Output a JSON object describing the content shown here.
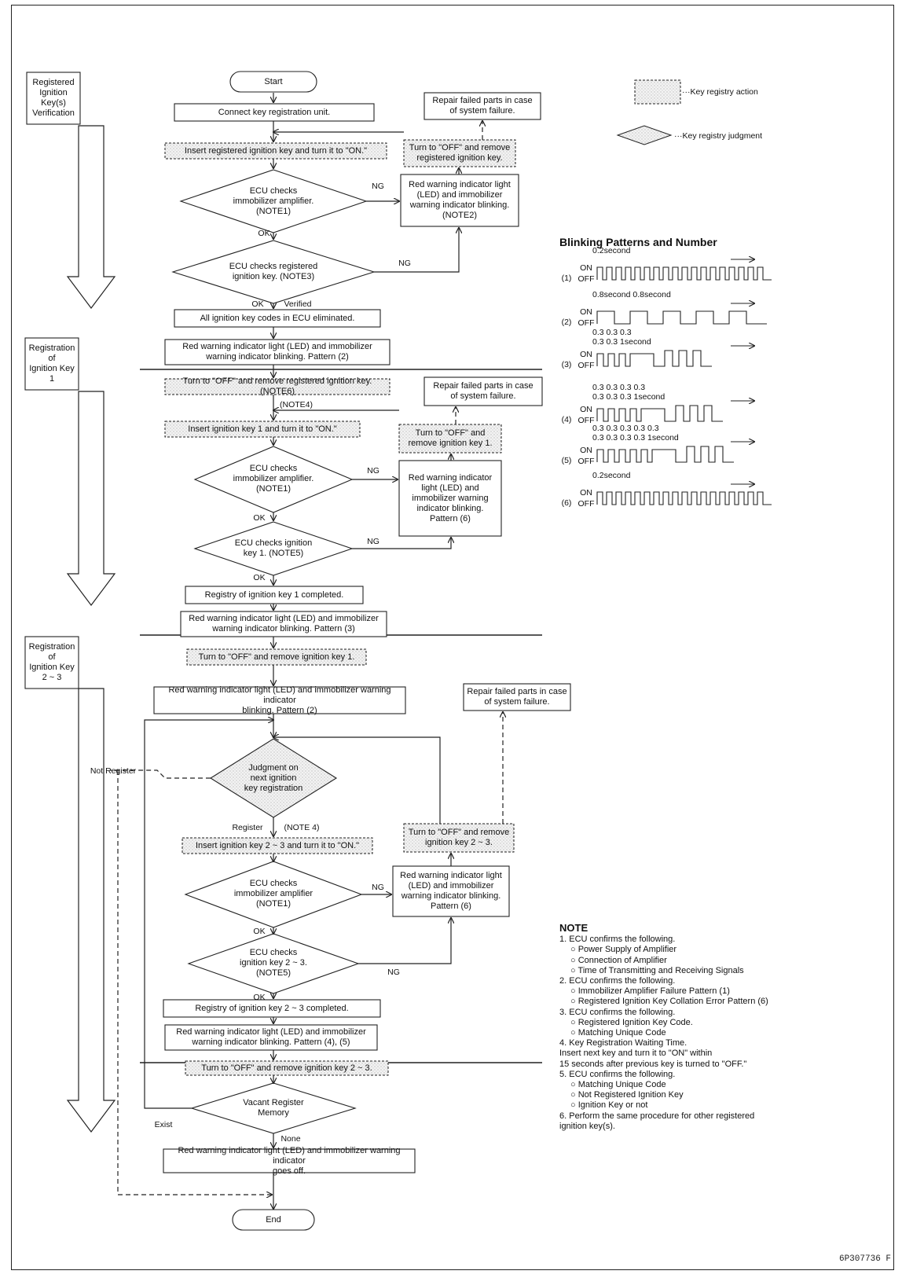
{
  "sections": {
    "verify": "Registered\nIgnition Key(s)\nVerification",
    "reg1": "Registration of\nIgnition Key 1",
    "reg23": "Registration of\nIgnition Key 2 ~ 3"
  },
  "legend": {
    "action": "···Key registry action",
    "judgment": "···Key registry judgment"
  },
  "flow": {
    "start": "Start",
    "connect": "Connect key registration unit.",
    "insert_registered": "Insert registered ignition key and turn it to \"ON.\"",
    "ecu_amp_1": "ECU checks\nimmobilizer amplifier.\n(NOTE1)",
    "ecu_reg_key": "ECU checks registered\nignition key. (NOTE3)",
    "eliminated": "All ignition key codes in ECU eliminated.",
    "red_pattern2_a": "Red warning indicator light (LED) and immobilizer\nwarning indicator blinking. Pattern (2)",
    "repair_1": "Repair failed parts in case\nof system failure.",
    "turn_off_registered": "Turn to \"OFF\" and remove\nregistered ignition key.",
    "red_note2": "Red warning indicator light\n(LED) and immobilizer\nwarning indicator blinking.\n(NOTE2)",
    "turn_off_remove_note6": "Turn to \"OFF\" and remove registered ignition key. (NOTE6)",
    "insert_key1": "Insert ignition key 1 and turn it to \"ON.\"",
    "ecu_amp_2": "ECU checks\nimmobilizer amplifier.\n(NOTE1)",
    "ecu_key1": "ECU checks ignition\nkey 1. (NOTE5)",
    "registry_key1": "Registry of ignition key 1 completed.",
    "red_pattern3": "Red warning indicator light (LED) and immobilizer\nwarning indicator blinking. Pattern (3)",
    "repair_2": "Repair failed parts in case\nof system failure.",
    "turn_off_key1": "Turn to \"OFF\" and\nremove ignition key 1.",
    "red_pattern6_a": "Red warning indicator\nlight (LED) and\nimmobilizer warning\nindicator blinking.\nPattern (6)",
    "turn_off_remove_key1": "Turn to \"OFF\" and remove ignition key 1.",
    "red_pattern2_b": "Red warning indicator light (LED) and immobilizer warning indicator\nblinking. Pattern (2)",
    "judgment": "Judgment on\nnext ignition\nkey registration",
    "insert_key23": "Insert ignition key 2 ~ 3 and turn it to \"ON.\"",
    "ecu_amp_3": "ECU checks\nimmobilizer amplifier\n(NOTE1)",
    "ecu_key23": "ECU checks\nignition key 2 ~ 3.\n(NOTE5)",
    "registry_key23": "Registry of ignition key 2 ~ 3 completed.",
    "red_pattern45": "Red warning indicator light (LED) and immobilizer\nwarning indicator blinking. Pattern (4), (5)",
    "turn_off_key23_main": "Turn to \"OFF\" and remove ignition key 2 ~ 3.",
    "vacant": "Vacant Register\nMemory",
    "goes_off": "Red warning indicator light (LED) and immobilizer warning indicator\ngoes off.",
    "end": "End",
    "repair_3": "Repair failed parts in case\nof system failure.",
    "turn_off_key23": "Turn to \"OFF\" and remove\nignition key 2 ~ 3.",
    "red_pattern6_b": "Red warning indicator light\n(LED) and immobilizer\nwarning indicator blinking.\nPattern (6)"
  },
  "edges": {
    "ng": "NG",
    "ok": "OK",
    "verified": "Verified",
    "note4": "(NOTE4)",
    "note4b": "(NOTE 4)",
    "register": "Register",
    "not_register": "Not Register",
    "exist": "Exist",
    "none": "None"
  },
  "blinking": {
    "title": "Blinking Patterns and Number",
    "on": "ON",
    "off": "OFF",
    "patterns": [
      {
        "num": "(1)",
        "timing": "0.2second"
      },
      {
        "num": "(2)",
        "timing": "0.8second  0.8second"
      },
      {
        "num": "(3)",
        "timing": "0.3  0.3  0.3\n0.3  0.3  1second"
      },
      {
        "num": "(4)",
        "timing": "0.3  0.3  0.3  0.3\n0.3  0.3  0.3  1second"
      },
      {
        "num": "(5)",
        "timing": "0.3  0.3  0.3  0.3  0.3\n0.3  0.3  0.3  0.3  1second"
      },
      {
        "num": "(6)",
        "timing": "0.2second"
      }
    ]
  },
  "notes": {
    "title": "NOTE",
    "items": [
      {
        "text": "1. ECU confirms the following.",
        "subs": [
          "Power Supply of Amplifier",
          "Connection of Amplifier",
          "Time of Transmitting and Receiving Signals"
        ]
      },
      {
        "text": "2. ECU confirms the following.",
        "subs": [
          "Immobilizer Amplifier Failure Pattern (1)",
          "Registered Ignition Key Collation Error Pattern (6)"
        ]
      },
      {
        "text": "3. ECU confirms the following.",
        "subs": [
          "Registered Ignition Key Code.",
          "Matching Unique Code"
        ]
      },
      {
        "text": "4. Key Registration Waiting Time.\nInsert next key and turn it to \"ON\" within\n15 seconds after previous key is turned to \"OFF.\"",
        "subs": []
      },
      {
        "text": "5. ECU confirms the following.",
        "subs": [
          "Matching Unique Code",
          "Not Registered Ignition Key",
          "Ignition Key or not"
        ]
      },
      {
        "text": "6. Perform the same procedure for other registered\nignition key(s).",
        "subs": []
      }
    ]
  },
  "page_code": "6P307736 F"
}
